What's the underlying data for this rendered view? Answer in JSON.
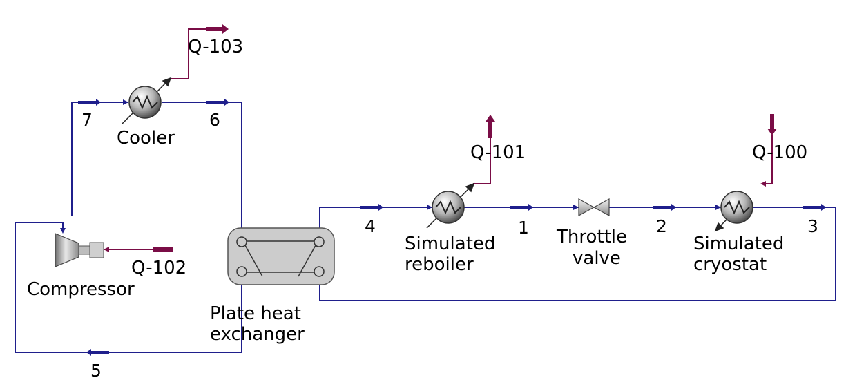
{
  "colors": {
    "material_stream": "#1f1f8c",
    "energy_stream": "#7a0d46",
    "equipment_fill": "#c8c8c8",
    "equipment_stroke": "#555555",
    "background": "#ffffff"
  },
  "units": {
    "cooler": "Cooler",
    "compressor": "Compressor",
    "plate_hx_line1": "Plate heat",
    "plate_hx_line2": "exchanger",
    "reboiler_line1": "Simulated",
    "reboiler_line2": "reboiler",
    "throttle_line1": "Throttle",
    "throttle_line2": "valve",
    "cryostat_line1": "Simulated",
    "cryostat_line2": "cryostat"
  },
  "streams": {
    "s1": "1",
    "s2": "2",
    "s3": "3",
    "s4": "4",
    "s5": "5",
    "s6": "6",
    "s7": "7"
  },
  "energy_streams": {
    "q100": "Q-100",
    "q101": "Q-101",
    "q102": "Q-102",
    "q103": "Q-103"
  }
}
